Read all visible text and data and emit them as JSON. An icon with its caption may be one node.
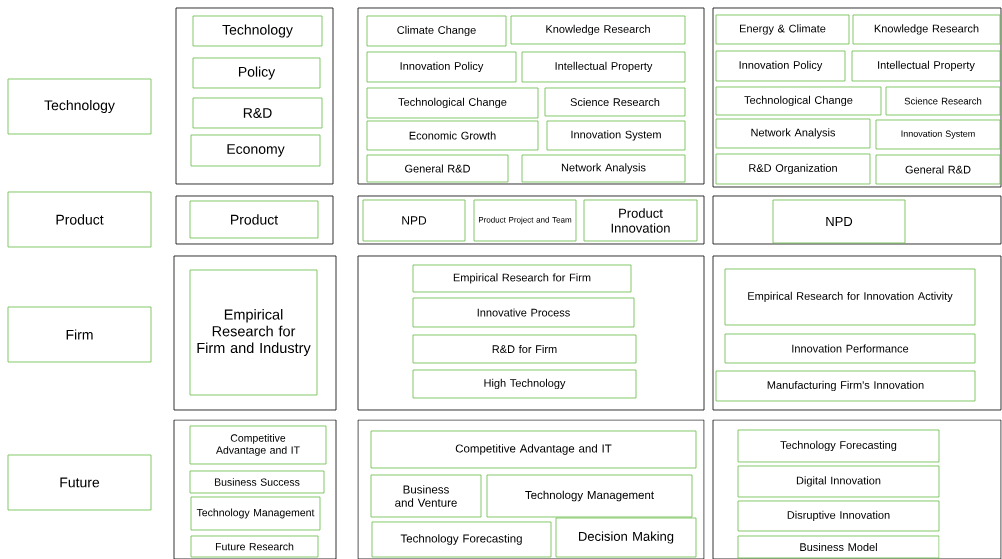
{
  "diagram": {
    "nodes": [
      {
        "text": [
          "Technology"
        ]
      },
      {
        "text": [],
        "shape": "box"
      },
      {
        "text": [
          "Technology"
        ],
        "in": 1
      },
      {
        "text": [
          "Policy"
        ],
        "in": 1
      },
      {
        "text": [
          "R&D"
        ],
        "in": 1
      },
      {
        "text": [
          "Economy"
        ],
        "in": 1
      },
      {
        "text": [],
        "shape": "box"
      },
      {
        "text": [
          "Climate Change"
        ],
        "in": 6
      },
      {
        "text": [
          "Knowledge Research"
        ],
        "in": 6
      },
      {
        "text": [
          "Innovation Policy"
        ],
        "in": 6
      },
      {
        "text": [
          "Intellectual Property"
        ],
        "in": 6
      },
      {
        "text": [
          "Technological Change"
        ],
        "in": 6
      },
      {
        "text": [
          "Science Research"
        ],
        "in": 6
      },
      {
        "text": [
          "Economic Growth"
        ],
        "in": 6
      },
      {
        "text": [
          "Innovation System"
        ],
        "in": 6
      },
      {
        "text": [
          "General R&D"
        ],
        "in": 6
      },
      {
        "text": [
          "Network Analysis"
        ],
        "in": 6
      },
      {
        "text": [],
        "shape": "box"
      },
      {
        "text": [
          "Energy & Climate"
        ],
        "in": 17
      },
      {
        "text": [
          "Knowledge Research"
        ],
        "in": 17
      },
      {
        "text": [
          "Innovation Policy"
        ],
        "in": 17
      },
      {
        "text": [
          "Intellectual Property"
        ],
        "in": 17
      },
      {
        "text": [
          "Technological Change"
        ],
        "in": 17
      },
      {
        "text": [
          "Science Research"
        ],
        "in": 17
      },
      {
        "text": [
          "Network Analysis"
        ],
        "in": 17
      },
      {
        "text": [
          "Innovation System"
        ],
        "in": 17
      },
      {
        "text": [
          "R&D Organization"
        ],
        "in": 17
      },
      {
        "text": [
          "General R&D"
        ],
        "in": 17
      },
      {
        "text": [
          "Product"
        ]
      },
      {
        "text": [],
        "shape": "box"
      },
      {
        "text": [
          "Product"
        ],
        "in": 29
      },
      {
        "text": [],
        "shape": "box"
      },
      {
        "text": [
          "NPD"
        ],
        "in": 31
      },
      {
        "text": [
          "Product Project and Team"
        ],
        "in": 31
      },
      {
        "text": [
          "Product Innovation"
        ],
        "in": 31
      },
      {
        "text": [],
        "shape": "box"
      },
      {
        "text": [
          "NPD"
        ],
        "in": 35
      },
      {
        "text": [
          "Firm"
        ]
      },
      {
        "text": [],
        "shape": "box"
      },
      {
        "text": [
          "Empirical Research for Firm and Industry"
        ],
        "in": 38
      },
      {
        "text": [],
        "shape": "box"
      },
      {
        "text": [
          "Empirical Research for Firm"
        ],
        "in": 40
      },
      {
        "text": [
          "Innovative Process"
        ],
        "in": 40
      },
      {
        "text": [
          "R&D for Firm"
        ],
        "in": 40
      },
      {
        "text": [
          "High Technology"
        ],
        "in": 40
      },
      {
        "text": [],
        "shape": "box"
      },
      {
        "text": [
          "Empirical Research for Innovation Activity"
        ],
        "in": 45
      },
      {
        "text": [
          "Innovation Performance"
        ],
        "in": 45
      },
      {
        "text": [
          "Manufacturing Firm's Innovation"
        ],
        "in": 45
      },
      {
        "text": [
          "Future"
        ]
      },
      {
        "text": [],
        "shape": "box"
      },
      {
        "text": [
          "Competitive Advantage and IT"
        ],
        "in": 50
      },
      {
        "text": [
          "Business Success"
        ],
        "in": 50
      },
      {
        "text": [
          "Technology Management"
        ],
        "in": 50
      },
      {
        "text": [
          "Future Research"
        ],
        "in": 50
      },
      {
        "text": [],
        "shape": "box"
      },
      {
        "text": [
          "Competitive Advantage and IT"
        ],
        "in": 55
      },
      {
        "text": [
          "Business and Venture"
        ],
        "in": 55
      },
      {
        "text": [
          "Technology Management"
        ],
        "in": 55
      },
      {
        "text": [
          "Technology Forecasting"
        ],
        "in": 55
      },
      {
        "text": [
          "Decision Making"
        ],
        "in": 55
      },
      {
        "text": [],
        "shape": "box"
      },
      {
        "text": [
          "Technology Forecasting"
        ],
        "in": 61
      },
      {
        "text": [
          "Digital Innovation"
        ],
        "in": 61
      },
      {
        "text": [
          "Disruptive Innovation"
        ],
        "in": 61
      },
      {
        "text": [
          "Business Model"
        ],
        "in": 61
      }
    ]
  }
}
